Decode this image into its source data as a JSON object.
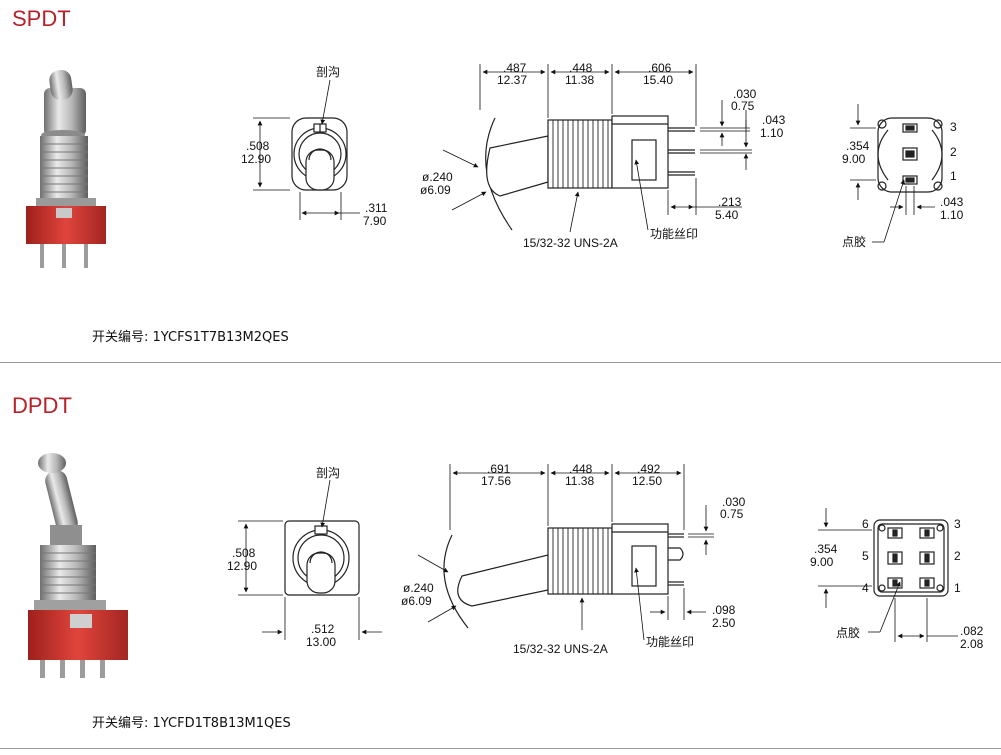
{
  "spdt": {
    "title": "SPDT",
    "part_label": "开关编号:",
    "part_number": "1YCFS1T7B13M2QES",
    "front": {
      "groove": "剖沟",
      "h_in": ".508",
      "h_mm": "12.90",
      "w_in": ".311",
      "w_mm": "7.90"
    },
    "side": {
      "d1_in": ".487",
      "d1_mm": "12.37",
      "d2_in": ".448",
      "d2_mm": "11.38",
      "d3_in": ".606",
      "d3_mm": "15.40",
      "t1_in": ".030",
      "t1_mm": "0.75",
      "t2_in": ".043",
      "t2_mm": "1.10",
      "dia_in": "ø.240",
      "dia_mm": "ø6.09",
      "b_in": ".213",
      "b_mm": "5.40",
      "thread": "15/32-32 UNS-2A",
      "func": "功能丝印"
    },
    "bottom": {
      "h_in": ".354",
      "h_mm": "9.00",
      "p_in": ".043",
      "p_mm": "1.10",
      "glue": "点胶",
      "pin3": "3",
      "pin2": "2",
      "pin1": "1"
    }
  },
  "dpdt": {
    "title": "DPDT",
    "part_label": "开关编号:",
    "part_number": "1YCFD1T8B13M1QES",
    "front": {
      "groove": "剖沟",
      "h_in": ".508",
      "h_mm": "12.90",
      "w_in": ".512",
      "w_mm": "13.00"
    },
    "side": {
      "d1_in": ".691",
      "d1_mm": "17.56",
      "d2_in": ".448",
      "d2_mm": "11.38",
      "d3_in": ".492",
      "d3_mm": "12.50",
      "t1_in": ".030",
      "t1_mm": "0.75",
      "dia_in": "ø.240",
      "dia_mm": "ø6.09",
      "b_in": ".098",
      "b_mm": "2.50",
      "thread": "15/32-32 UNS-2A",
      "func": "功能丝印"
    },
    "bottom": {
      "h_in": ".354",
      "h_mm": "9.00",
      "p_in": ".082",
      "p_mm": "2.08",
      "glue": "点胶",
      "pin6": "6",
      "pin5": "5",
      "pin4": "4",
      "pin3": "3",
      "pin2": "2",
      "pin1": "1"
    }
  },
  "colors": {
    "accent": "#b5222a",
    "body_red": "#c8352f",
    "metal": "#a8a8a8",
    "line": "#222222"
  }
}
